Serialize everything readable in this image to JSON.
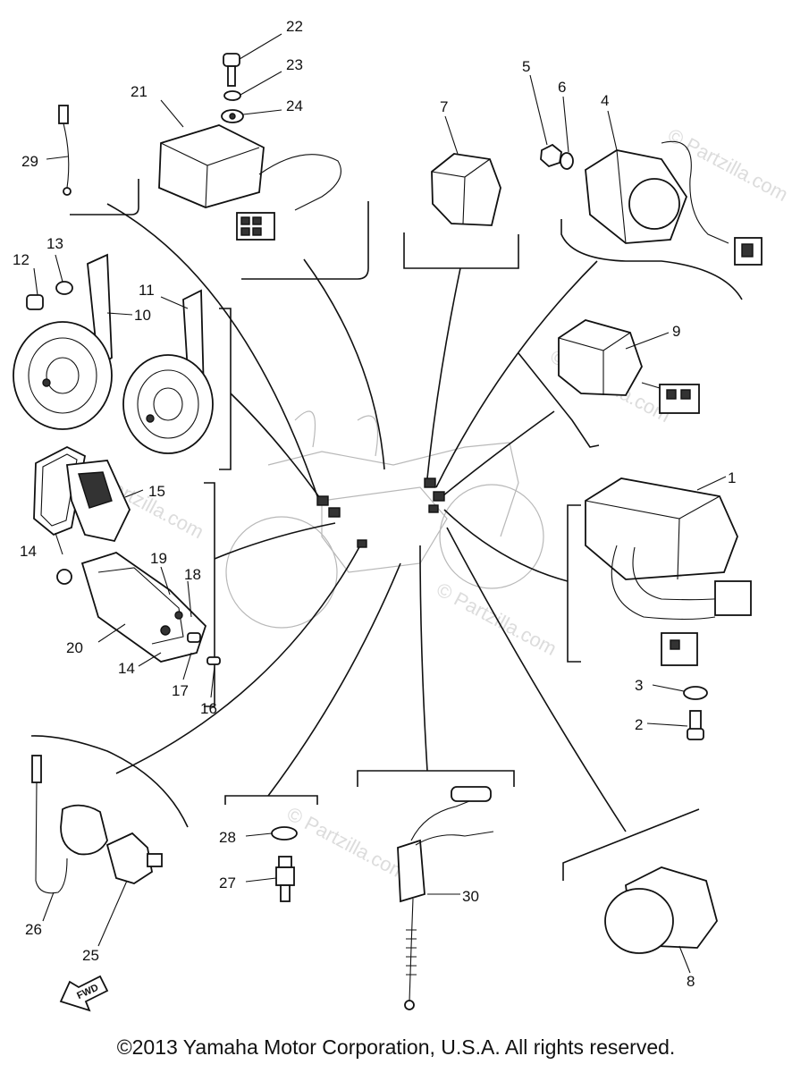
{
  "watermark": "© Partzilla.com",
  "fwd_label": "FWD",
  "copyright": "©2013 Yamaha Motor Corporation, U.S.A. All rights reserved.",
  "callouts": {
    "n1": "1",
    "n2": "2",
    "n3": "3",
    "n4": "4",
    "n5": "5",
    "n6": "6",
    "n7": "7",
    "n8": "8",
    "n9": "9",
    "n10": "10",
    "n11": "11",
    "n12": "12",
    "n13": "13",
    "n14a": "14",
    "n14b": "14",
    "n15": "15",
    "n16": "16",
    "n17": "17",
    "n18": "18",
    "n19": "19",
    "n20": "20",
    "n21": "21",
    "n22": "22",
    "n23": "23",
    "n24": "24",
    "n25": "25",
    "n26": "26",
    "n27": "27",
    "n28": "28",
    "n29": "29",
    "n30": "30"
  }
}
